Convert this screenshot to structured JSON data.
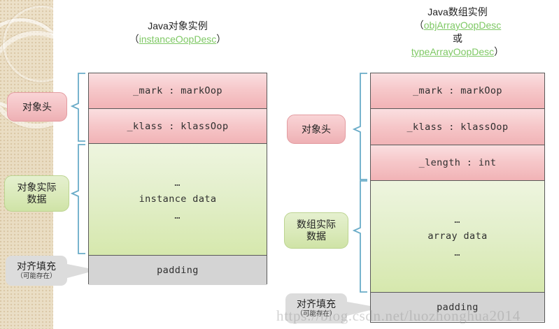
{
  "diagram": {
    "watermark": "https://blog.csdn.net/luozhonghua2014"
  },
  "object_instance": {
    "title_zh": "Java对象实例",
    "paren_open": "（",
    "link": "instanceOopDesc",
    "paren_close": "）",
    "cells": [
      {
        "label": "_mark : markOop",
        "kind": "head"
      },
      {
        "label": "_klass : klassOop",
        "kind": "head"
      },
      {
        "label": "instance data",
        "kind": "data",
        "dots": "…"
      },
      {
        "label": "padding",
        "kind": "pad"
      }
    ],
    "tags": [
      {
        "text": "对象头",
        "color": "pink"
      },
      {
        "line1": "对象实际",
        "line2": "数据",
        "color": "green"
      },
      {
        "main": "对齐填充",
        "sub": "（可能存在）",
        "color": "gray"
      }
    ]
  },
  "array_instance": {
    "title_zh": "Java数组实例",
    "paren_open": "（",
    "link1": "objArrayOopDesc",
    "or": "或",
    "link2": "typeArrayOopDesc",
    "paren_close": "）",
    "cells": [
      {
        "label": "_mark : markOop",
        "kind": "head"
      },
      {
        "label": "_klass : klassOop",
        "kind": "head"
      },
      {
        "label": "_length : int",
        "kind": "head"
      },
      {
        "label": "array data",
        "kind": "data",
        "dots": "…"
      },
      {
        "label": "padding",
        "kind": "pad"
      }
    ],
    "tags": [
      {
        "text": "对象头",
        "color": "pink"
      },
      {
        "line1": "数组实际",
        "line2": "数据",
        "color": "green"
      },
      {
        "main": "对齐填充",
        "sub": "（可能存在）",
        "color": "gray"
      }
    ]
  },
  "colors": {
    "header_fill": "#f3c0c3",
    "data_fill": "#dcecb4",
    "padding_fill": "#d4d4d4",
    "border": "#595959",
    "bracket": "#6aacc8",
    "link": "#7ec864",
    "panel": "#e9dcc1"
  }
}
